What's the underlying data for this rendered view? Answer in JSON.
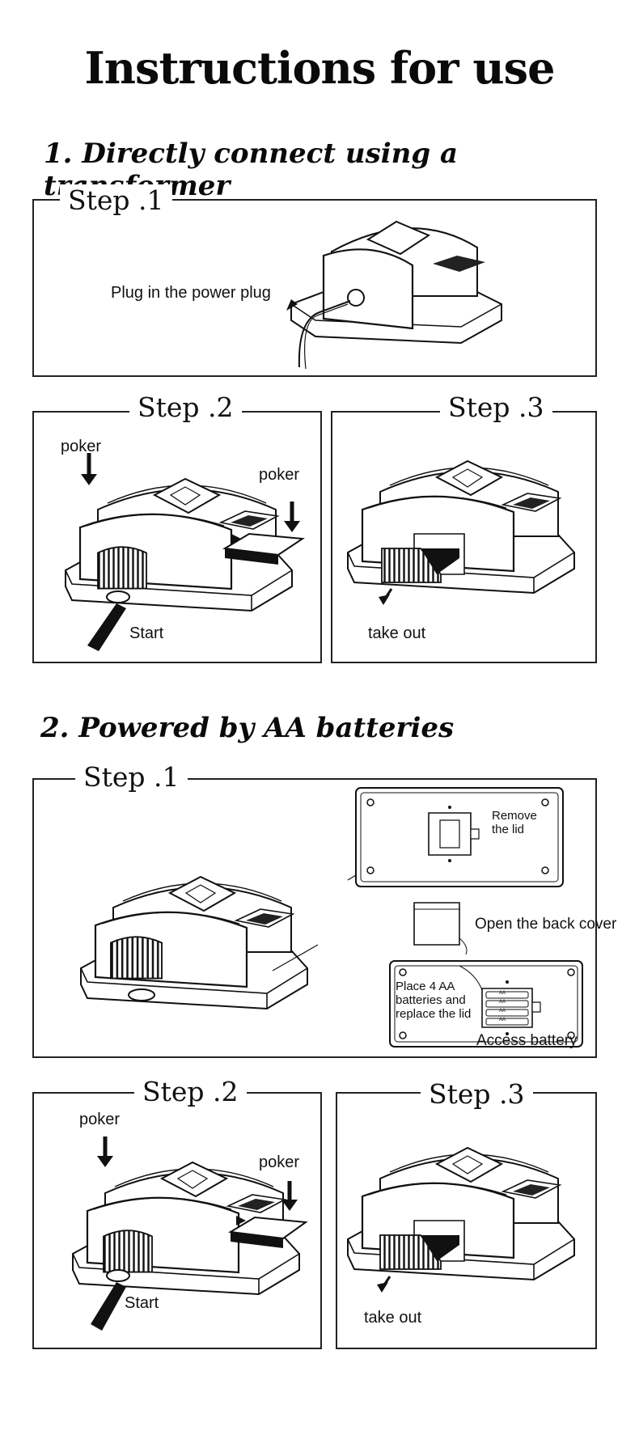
{
  "title": "Instructions for use",
  "section1": {
    "heading": "1. Directly connect using a transformer",
    "step1": {
      "legend": "Step .1",
      "caption": "Plug in the power plug"
    },
    "step2": {
      "legend": "Step .2",
      "poker_left": "poker",
      "poker_right": "poker",
      "start": "Start"
    },
    "step3": {
      "legend": "Step .3",
      "take_out": "take out"
    }
  },
  "section2": {
    "heading": "2. Powered by AA batteries",
    "step1": {
      "legend": "Step .1",
      "remove_lid": "Remove\nthe lid",
      "open_back_cover": "Open the back cover",
      "place_batteries": "Place 4 AA\nbatteries and\nreplace the lid",
      "access_battery": "Access battery",
      "battery_mark": "AA"
    },
    "step2": {
      "legend": "Step .2",
      "poker_left": "poker",
      "poker_right": "poker",
      "start": "Start"
    },
    "step3": {
      "legend": "Step .3",
      "take_out": "take out"
    }
  }
}
